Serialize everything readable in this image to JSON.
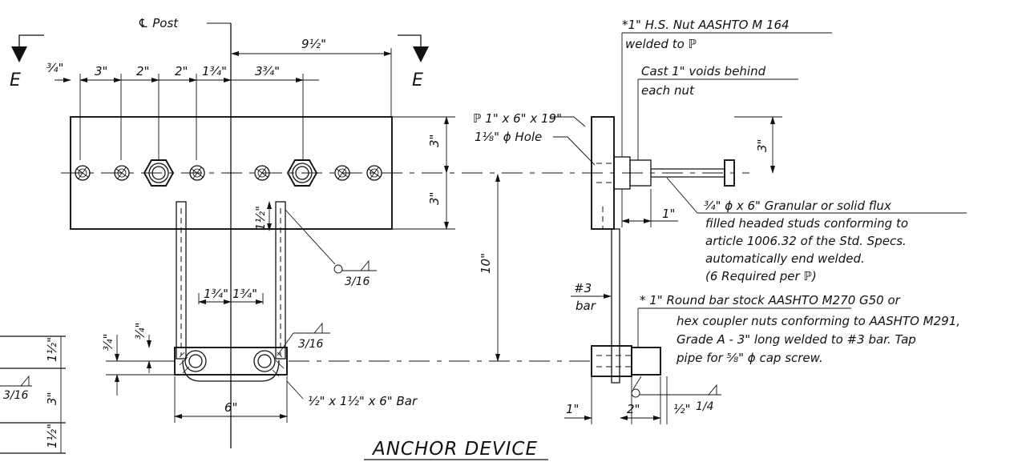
{
  "title": "ANCHOR DEVICE",
  "section_marks": [
    "E",
    "E"
  ],
  "labels": {
    "post_cl": "℄ Post",
    "nut_spec_1": "*1\" H.S. Nut AASHTO M 164",
    "nut_spec_2": "welded to ℙ",
    "voids_1": "Cast 1\" voids behind",
    "voids_2": "each nut",
    "plate": "ℙ 1\" x 6\" x 19\"",
    "hole": "1⅛\" ϕ Hole",
    "stud_1": "¾\" ϕ x 6\" Granular or solid flux",
    "stud_2": "filled headed studs conforming to",
    "stud_3": "article 1006.32 of the Std. Specs.",
    "stud_4": "automatically end welded.",
    "stud_5": "(6 Required per ℙ)",
    "bar_3a": "#3",
    "bar_3b": "bar",
    "round_1": "* 1\" Round bar stock AASHTO M270 G50 or",
    "round_2": "hex coupler nuts conforming to AASHTO M291,",
    "round_3": "Grade A - 3\" long welded to #3 bar.  Tap",
    "round_4": "pipe for ⅝\" ϕ cap screw.",
    "bar_half": "½\" x 1½\" x 6\" Bar"
  },
  "dimensions": {
    "d9_5": "9½\"",
    "d3_4a": "¾\"",
    "d3a": "3\"",
    "d2a": "2\"",
    "d2b": "2\"",
    "d1_75a": "1¾\"",
    "d3_75": "3¾\"",
    "d3_right": "3\"",
    "d3_left": "3\"",
    "d1_5a": "1½\"",
    "d10": "10\"",
    "d1_75b": "1¾\"",
    "d1_75c": "1¾\"",
    "d3_4b": "¾\"",
    "d3_4c": "¾\"",
    "d6": "6\"",
    "d1_5b": "1½\"",
    "d3b": "3\"",
    "d1_5c": "1½\"",
    "d1a": "1\"",
    "d1b": "1\"",
    "d2c": "2\"",
    "d1_2": "½\"",
    "weld_316a": "3/16",
    "weld_316b": "3/16",
    "weld_316c": "3/16",
    "weld_14": "1/4"
  }
}
